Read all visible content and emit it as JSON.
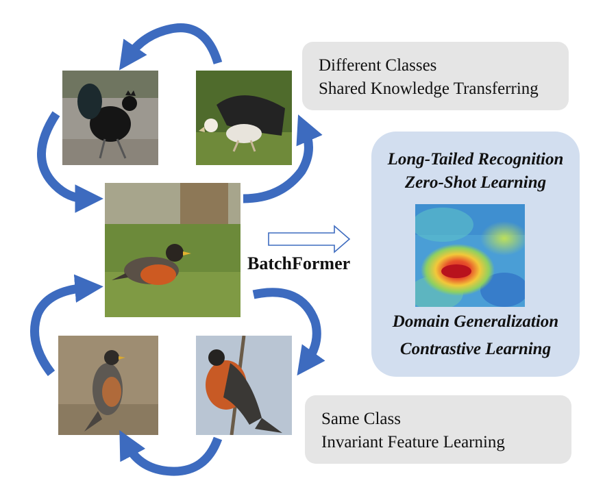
{
  "top_box": {
    "line1": "Different Classes",
    "line2": "Shared Knowledge Transferring"
  },
  "bottom_box": {
    "line1": "Same Class",
    "line2": "Invariant Feature Learning"
  },
  "center_label": "BatchFormer",
  "tasks": {
    "t1": "Long-Tailed Recognition",
    "t2": "Zero-Shot Learning",
    "t3": "Domain Generalization",
    "t4": "Contrastive Learning"
  },
  "colors": {
    "arrow_blue": "#3d6bbf",
    "panel_blue": "#d2deef",
    "box_gray": "#e5e5e5"
  }
}
